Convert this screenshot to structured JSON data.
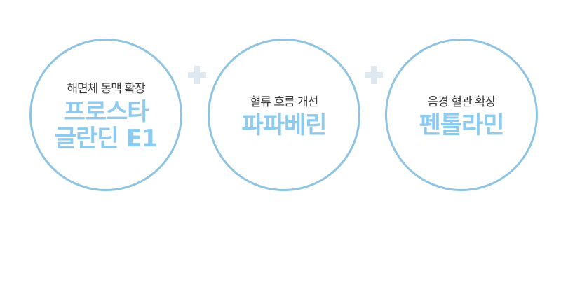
{
  "items": [
    {
      "effect": "해면체 동맥 확장",
      "drug": "프로스타 글란딘 E1"
    },
    {
      "effect": "혈류 흐름 개선",
      "drug": "파파베린"
    },
    {
      "effect": "음경 혈관 확장",
      "drug": "펜톨라민"
    }
  ],
  "colors": {
    "circle": "#8ec4e2",
    "drug_text": "#8ccaef",
    "plus": "#dde8f0"
  }
}
